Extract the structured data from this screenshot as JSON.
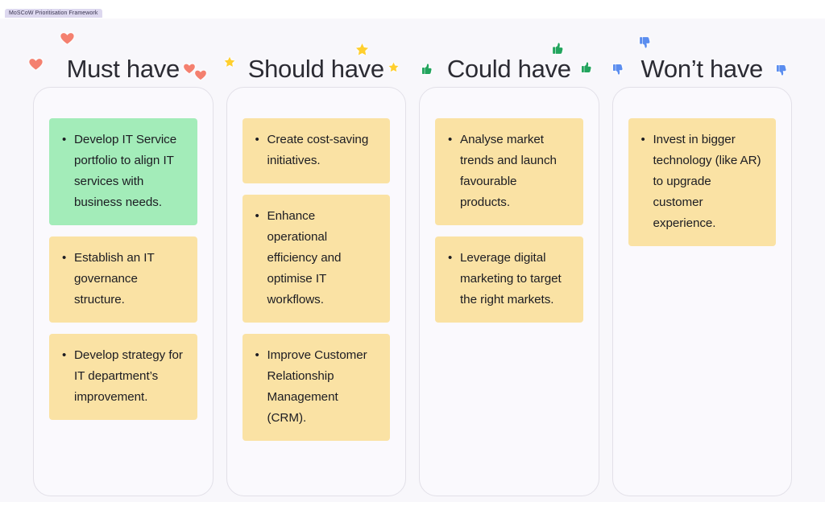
{
  "document": {
    "tab_label": "MoSCoW Prioritisation Framework"
  },
  "theme": {
    "page_background": "#ffffff",
    "canvas_background": "#f8f7fb",
    "column_background": "#faf9fd",
    "column_border": "#e2e0e8",
    "card_yellow": "#fae2a4",
    "card_green": "#a3ecb9",
    "text_color": "#1c1c22",
    "title_color": "#2b2b33",
    "tab_background": "#ddd8ef",
    "heart_color": "#f4806f",
    "star_color": "#ffcf2e",
    "thumbs_up_color": "#22a45d",
    "thumbs_down_color": "#5b8def"
  },
  "board": {
    "columns": [
      {
        "title": "Must have",
        "icon": "heart-icon",
        "icon_color": "#f4806f",
        "cards": [
          {
            "color": "green",
            "text": "Develop IT Service portfolio to align IT services with business needs."
          },
          {
            "color": "yellow",
            "text": "Establish an IT governance structure."
          },
          {
            "color": "yellow",
            "text": "Develop strategy for IT department’s improvement."
          }
        ]
      },
      {
        "title": "Should have",
        "icon": "star-icon",
        "icon_color": "#ffcf2e",
        "cards": [
          {
            "color": "yellow",
            "text": "Create cost-saving initiatives."
          },
          {
            "color": "yellow",
            "text": "Enhance operational efficiency and optimise IT workflows."
          },
          {
            "color": "yellow",
            "text": "Improve Customer Relationship Management (CRM)."
          }
        ]
      },
      {
        "title": "Could have",
        "icon": "thumbs-up-icon",
        "icon_color": "#22a45d",
        "cards": [
          {
            "color": "yellow",
            "text": "Analyse market trends and launch favourable products."
          },
          {
            "color": "yellow",
            "text": "Leverage digital marketing to target the right markets."
          }
        ]
      },
      {
        "title": "Won’t have",
        "icon": "thumbs-down-icon",
        "icon_color": "#5b8def",
        "cards": [
          {
            "color": "yellow",
            "text": "Invest in bigger technology (like AR) to upgrade customer experience."
          }
        ]
      }
    ]
  }
}
